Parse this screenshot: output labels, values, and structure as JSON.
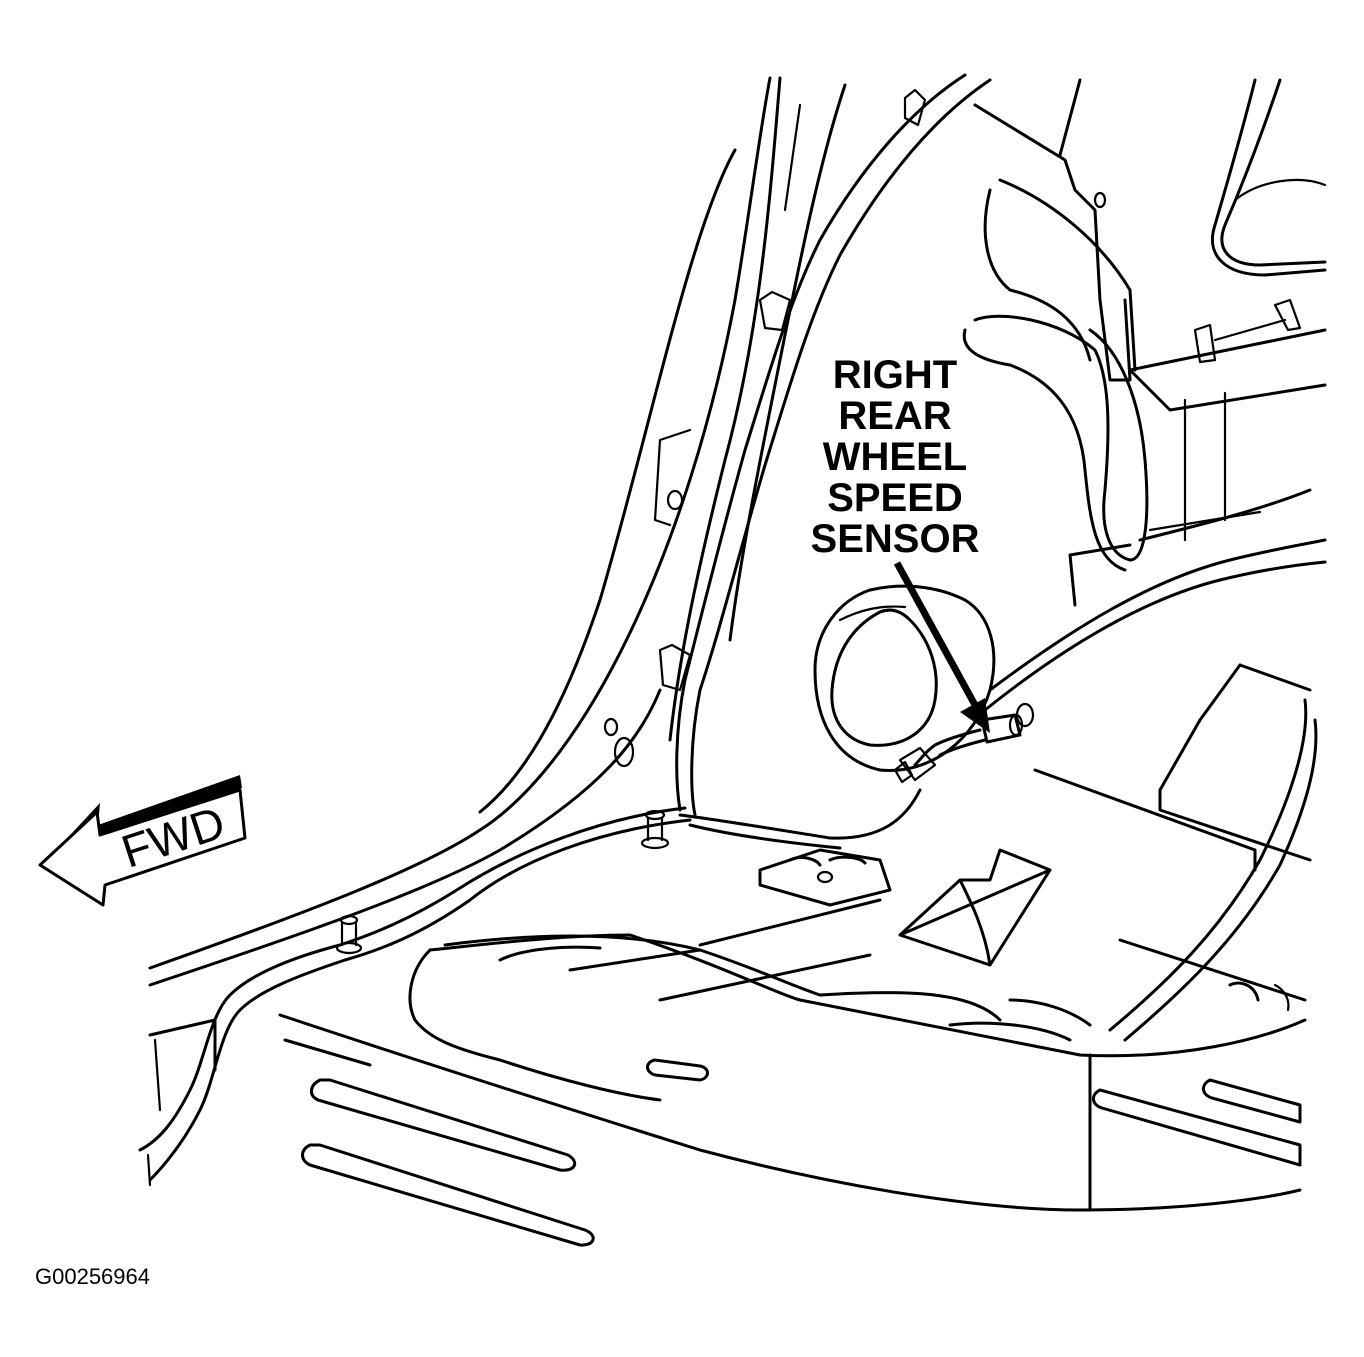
{
  "callout": {
    "lines": [
      "RIGHT",
      "REAR",
      "WHEEL",
      "SPEED",
      "SENSOR"
    ]
  },
  "direction_arrow": {
    "label": "FWD"
  },
  "figure_id": "G00256964",
  "colors": {
    "line": "#000000",
    "background": "#ffffff"
  }
}
